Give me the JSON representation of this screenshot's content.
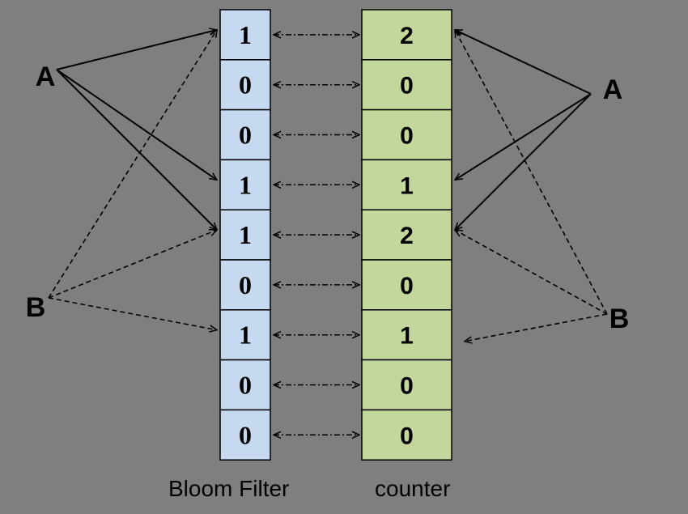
{
  "bloom_filter": {
    "caption": "Bloom Filter",
    "bits": [
      "1",
      "0",
      "0",
      "1",
      "1",
      "0",
      "1",
      "0",
      "0"
    ]
  },
  "counter": {
    "caption": "counter",
    "values": [
      "2",
      "0",
      "0",
      "1",
      "2",
      "0",
      "1",
      "0",
      "0"
    ]
  },
  "left_inputs": {
    "a": {
      "label": "A",
      "targets": [
        0,
        3,
        4
      ],
      "style": "solid"
    },
    "b": {
      "label": "B",
      "targets": [
        0,
        4,
        6
      ],
      "style": "dashed"
    }
  },
  "right_inputs": {
    "a": {
      "label": "A",
      "targets": [
        0,
        3,
        4
      ],
      "style": "solid"
    },
    "b": {
      "label": "B",
      "targets": [
        0,
        4,
        6
      ],
      "style": "dashed"
    }
  },
  "colors": {
    "background": "#7f7f7f",
    "bloom_filter_fill": "#c6d9f1",
    "counter_fill": "#c3d69b"
  }
}
